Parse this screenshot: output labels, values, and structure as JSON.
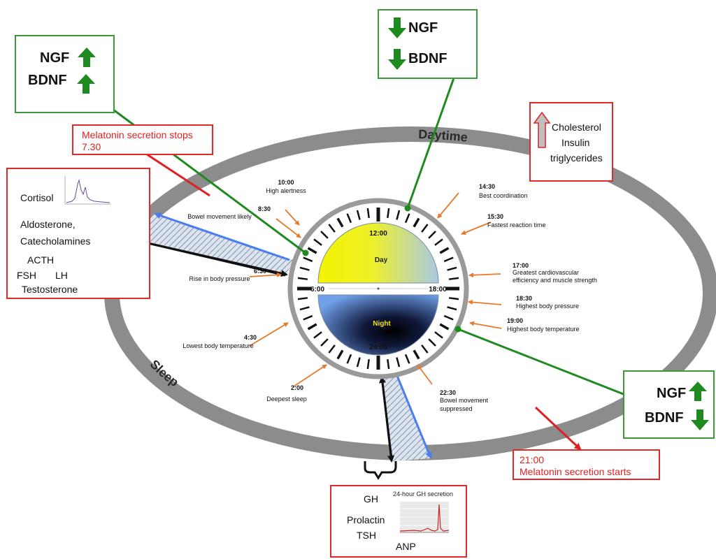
{
  "ring": {
    "daytime_label": "Daytime",
    "sleep_label": "Sleep"
  },
  "clock": {
    "hour_12": "12:00",
    "hour_6": "6:00",
    "hour_18": "18:00",
    "hour_24": "24:00",
    "day_label": "Day",
    "night_label": "Night"
  },
  "events": [
    {
      "time": "10:00",
      "label": "High alertness"
    },
    {
      "time": "8:30",
      "label": "Bowel movement likely"
    },
    {
      "time": "6:30",
      "label": "Rise in body pressure"
    },
    {
      "time": "4:30",
      "label": "Lowest body temperature"
    },
    {
      "time": "2:00",
      "label": "Deepest sleep"
    },
    {
      "time": "22:30",
      "label": "Bowel movement",
      "label2": "suppressed"
    },
    {
      "time": "14:30",
      "label": "Best coordination"
    },
    {
      "time": "15:30",
      "label": "Fastest reaction time"
    },
    {
      "time": "17:00",
      "label": "Greatest cardiovascular",
      "label2": "efficiency and muscle strength"
    },
    {
      "time": "18:30",
      "label": "Highest body pressure"
    },
    {
      "time": "19:00",
      "label": "Highest body temperature"
    }
  ],
  "boxes": {
    "top_left": {
      "ngf": "NGF",
      "bdnf": "BDNF",
      "ngf_trend": "up",
      "bdnf_trend": "up"
    },
    "top_center": {
      "ngf": "NGF",
      "bdnf": "BDNF",
      "ngf_trend": "down",
      "bdnf_trend": "down"
    },
    "right": {
      "ngf": "NGF",
      "bdnf": "BDNF",
      "ngf_trend": "up",
      "bdnf_trend": "down"
    },
    "melatonin_stop": {
      "line1": "Melatonin secretion stops",
      "line2": "7.30"
    },
    "melatonin_start": {
      "line1": "21:00",
      "line2": "Melatonin secretion starts"
    },
    "cholesterol": {
      "line1": "Cholesterol",
      "line2": "Insulin",
      "line3": "triglycerides"
    },
    "morning_hormones": {
      "cortisol": "Cortisol",
      "aldosterone": "Aldosterone,",
      "catecholamines": "Catecholamines",
      "acth": "ACTH",
      "fsh": "FSH",
      "lh": "LH",
      "testosterone": "Testosterone"
    },
    "night_hormones": {
      "gh": "GH",
      "gh_chart_title": "24-hour GH secretion",
      "prolactin": "Prolactin",
      "tsh": "TSH",
      "anp": "ANP"
    }
  },
  "colors": {
    "ring": "#8a8a8a",
    "green": "#1f8a1f",
    "red": "#e02020",
    "orange": "#e8782a",
    "blue_arrow": "#4a7ef0",
    "day_yellow": "#f2f21a",
    "night_blue": "#3a6fd0"
  }
}
